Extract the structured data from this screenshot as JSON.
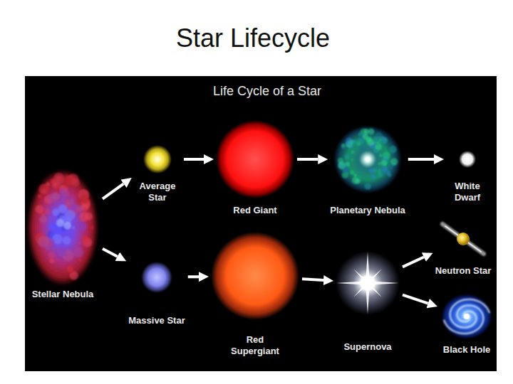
{
  "diagram": {
    "title": "Star Lifecycle",
    "nodes": [
      {
        "text": [
          "Life Cycle of a Star"
        ]
      },
      {
        "text": [
          "Stellar Nebula"
        ],
        "in": 0
      },
      {
        "text": [
          "Average Star"
        ],
        "in": 0
      },
      {
        "text": [
          "Red Giant"
        ],
        "in": 0
      },
      {
        "text": [
          "Planetary Nebula"
        ],
        "in": 0
      },
      {
        "text": [
          "White Dwarf"
        ],
        "in": 0
      },
      {
        "text": [
          "Massive Star"
        ],
        "in": 0
      },
      {
        "text": [
          "Red Supergiant"
        ],
        "in": 0
      },
      {
        "text": [
          "Supernova"
        ],
        "in": 0
      },
      {
        "text": [
          "Neutron Star"
        ],
        "in": 0
      },
      {
        "text": [
          "Black Hole"
        ],
        "in": 0
      }
    ],
    "edges": [
      {
        "from": 1,
        "to": 2,
        "arrow": "to"
      },
      {
        "from": 1,
        "to": 6,
        "arrow": "to"
      },
      {
        "from": 2,
        "to": 3,
        "arrow": "to"
      },
      {
        "from": 3,
        "to": 4,
        "arrow": "to"
      },
      {
        "from": 4,
        "to": 5,
        "arrow": "to"
      },
      {
        "from": 6,
        "to": 7,
        "arrow": "to"
      },
      {
        "from": 7,
        "to": 8,
        "arrow": "to"
      },
      {
        "from": 8,
        "to": 9,
        "arrow": "to"
      },
      {
        "from": 8,
        "to": 10,
        "arrow": "to"
      }
    ]
  }
}
